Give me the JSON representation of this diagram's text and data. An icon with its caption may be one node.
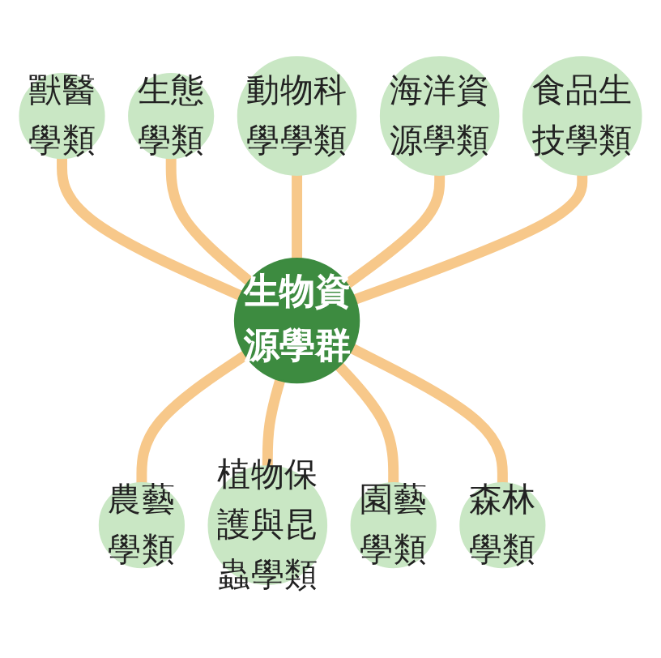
{
  "diagram": {
    "nodes": [
      {
        "text": [
          "生物資源學群"
        ]
      },
      {
        "text": [
          "獸醫學類"
        ]
      },
      {
        "text": [
          "生態學類"
        ]
      },
      {
        "text": [
          "動物科學學類"
        ]
      },
      {
        "text": [
          "農藝學類"
        ]
      },
      {
        "text": [
          "植物保護與昆蟲學類"
        ]
      },
      {
        "text": [
          "園藝學類"
        ]
      },
      {
        "text": [
          "森林學類"
        ]
      },
      {
        "text": [
          "海洋資源學類"
        ]
      },
      {
        "text": [
          "食品生技學類"
        ]
      }
    ],
    "edges": [
      {
        "from": 1,
        "to": 0,
        "arrow": "none"
      },
      {
        "from": 2,
        "to": 0,
        "arrow": "none"
      },
      {
        "from": 3,
        "to": 0,
        "arrow": "none"
      },
      {
        "from": 0,
        "to": 4,
        "arrow": "none"
      },
      {
        "from": 0,
        "to": 5,
        "arrow": "none"
      },
      {
        "from": 0,
        "to": 6,
        "arrow": "none"
      },
      {
        "from": 0,
        "to": 7,
        "arrow": "none"
      },
      {
        "from": 8,
        "to": 0,
        "arrow": "none"
      },
      {
        "from": 9,
        "to": 0,
        "arrow": "none"
      }
    ]
  }
}
